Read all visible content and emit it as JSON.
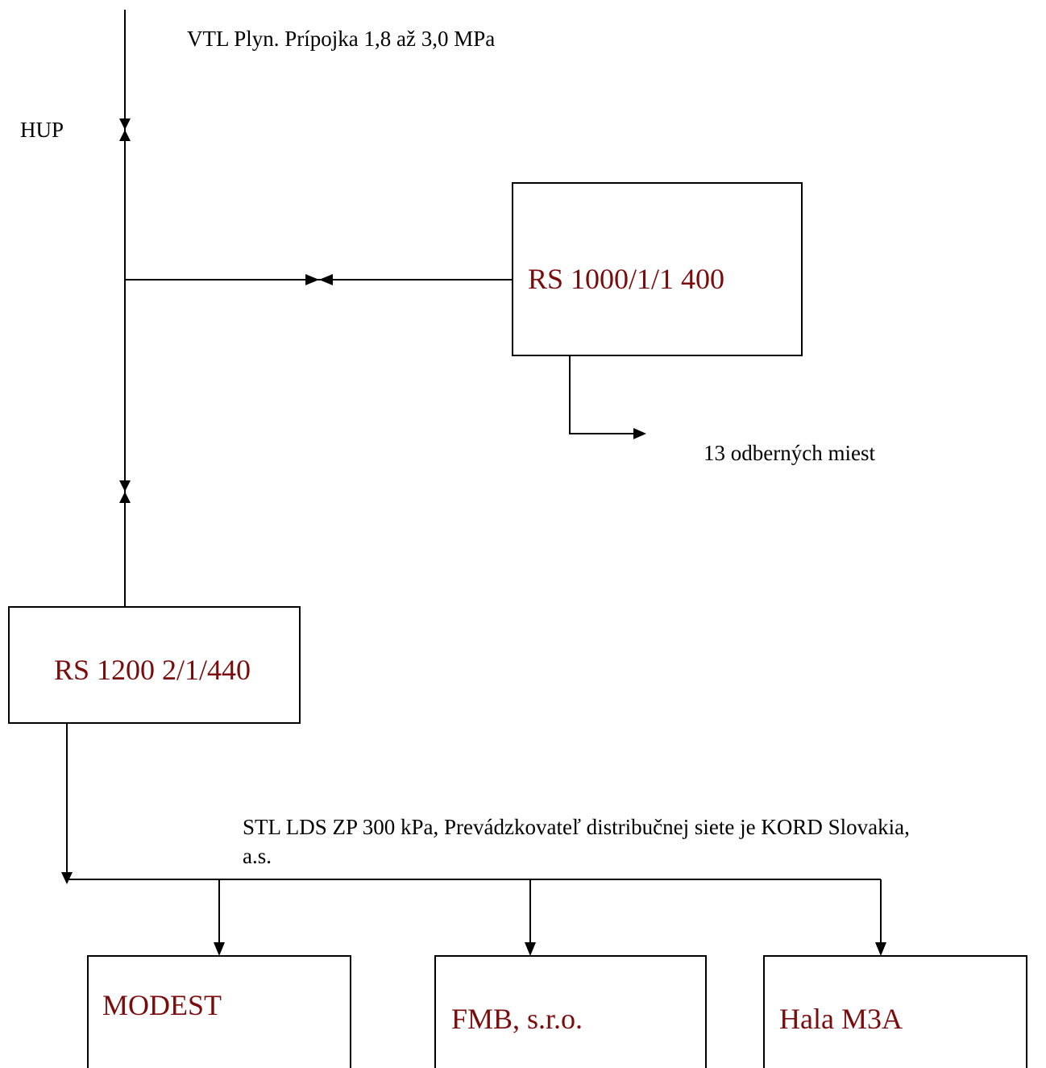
{
  "colors": {
    "line": "#000000",
    "box_label": "#7a0c0c"
  },
  "labels": {
    "vtl": "VTL Plyn. Prípojka 1,8 až 3,0 MPa",
    "hup": "HUP",
    "odberne": "13 odberných miest",
    "stl_line1": "STL LDS ZP 300 kPa, Prevádzkovateľ distribučnej siete je KORD Slovakia,",
    "stl_line2": "a.s."
  },
  "boxes": {
    "rs1000": "RS 1000/1/1 400",
    "rs1200": "RS 1200 2/1/440",
    "modest": "MODEST",
    "fmb": "FMB, s.r.o.",
    "hala": "Hala M3A"
  }
}
